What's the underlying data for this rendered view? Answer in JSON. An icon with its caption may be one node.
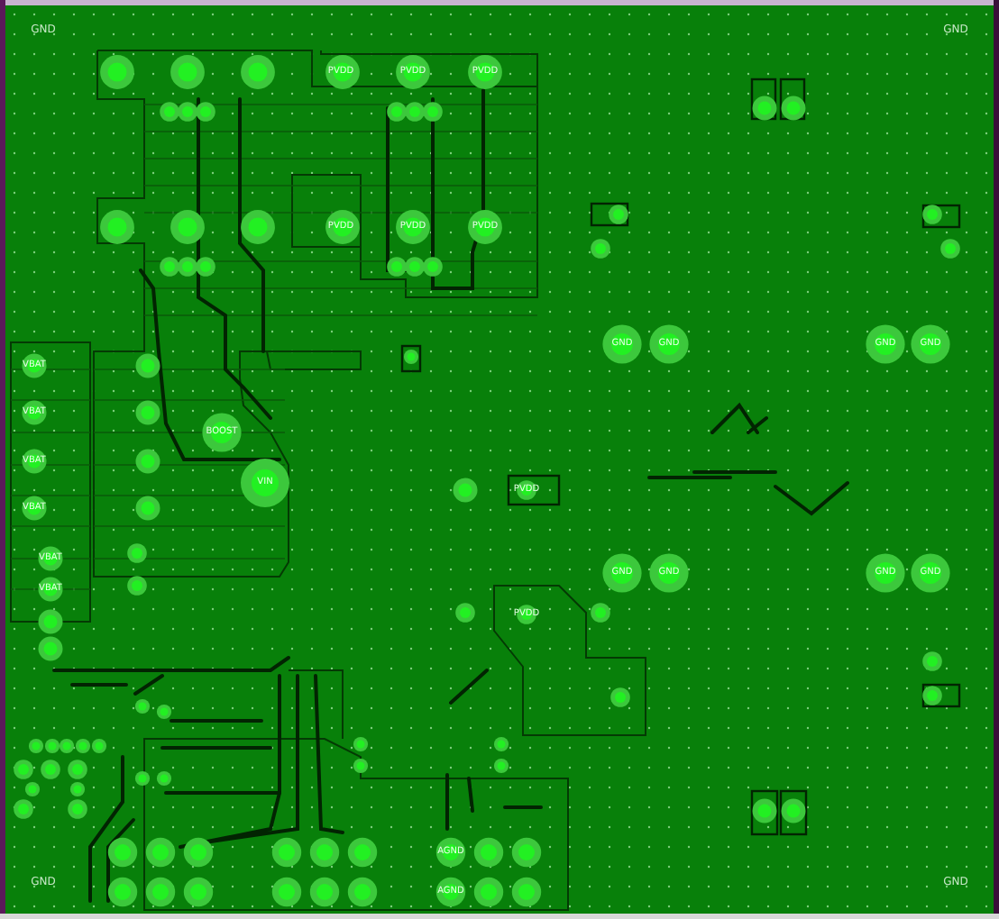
{
  "diagram": {
    "labels": [
      "GND",
      "GND",
      "PVDD",
      "PVDD",
      "PVDD",
      "PVDD",
      "PVDD",
      "PVDD",
      "GND",
      "GND",
      "GND",
      "GND",
      "VBAT",
      "VBAT",
      "BOOST",
      "VBAT",
      "VIN",
      "PVDD",
      "VBAT",
      "VBAT",
      "GND",
      "GND",
      "GND",
      "GND",
      "VBAT",
      "PVDD",
      "AGND",
      "AGND",
      "GND",
      "GND"
    ]
  }
}
